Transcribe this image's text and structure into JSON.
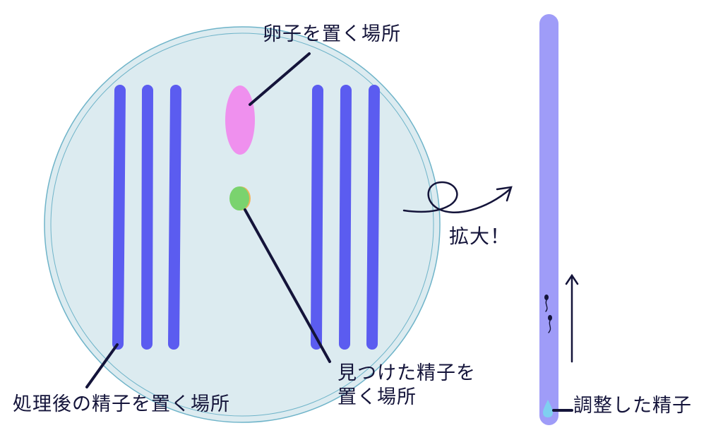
{
  "labels": {
    "egg_place": "卵子を置く場所",
    "processed_sperm_place": "処理後の精子を置く場所",
    "found_sperm_place": "見つけた精子を\n置く場所",
    "enlarge": "拡大！",
    "adjusted_sperm": "調整した精子"
  },
  "colors": {
    "dish_fill": "#dcebf0",
    "dish_rim": "#6fb4c9",
    "lane": "#5b5cf0",
    "egg": "#ef90ee",
    "found_sperm": "#7ad36e",
    "tube": "#9f9cf8",
    "droplet": "#7fd0f0",
    "ink": "#14143a"
  },
  "icons": [
    "sperm-icon",
    "droplet-icon",
    "up-arrow-icon",
    "curly-arrow-icon"
  ]
}
